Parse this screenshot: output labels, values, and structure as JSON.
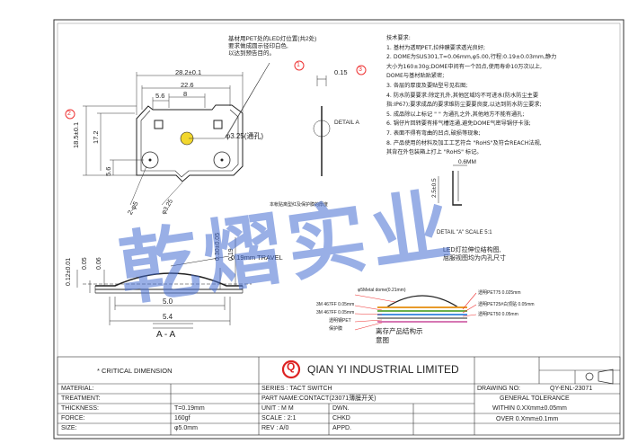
{
  "drawing": {
    "dims": {
      "width": "28.2±0.1",
      "inner_width": "22.6",
      "d56": "5.6",
      "d8": "8",
      "height": "18.5±0.1",
      "h17": "17.2",
      "h56": "5.6",
      "hole_dia": "2-φ5",
      "small_dia": "φ3.25",
      "led_hole": "φ3.25(通孔)",
      "thickness": "0.15",
      "detail_a": "DETAIL A",
      "detail_a_scale": "DETAIL \"A\" SCALE 5:1",
      "detail_06": "0.6MM",
      "detail_h": "2.5±0.5",
      "travel": "0.19mm TRAVEL",
      "dome_h1": "0.12±0.01",
      "dome_h2": "0.05",
      "dome_h3": "0.06",
      "dome_h4": "0.30±0.05",
      "dome_h5": "0.19",
      "width_50": "5.0",
      "width_54": "5.4",
      "section": "A - A"
    },
    "callout_base": "基材用PET处的LED灯位置(共2处)\n要求做成圆示径印白色,\n以达到预告目的。",
    "protect_note": "本帐贴离型红及保护膜的厚度",
    "led_note": "LED灯拉伸位结构图,\n屈服视图均为内孔尺寸",
    "structure_title": "离存产品结构示\n意图",
    "circle_labels": [
      "1",
      "2",
      "3"
    ],
    "layers_left": [
      "φ5Metal dome(0.21mm)",
      "3M 467FF 0.05mm",
      "3M 467FF 0.05mm",
      "透明钢PET",
      "保护膜"
    ],
    "layers_right": [
      "透明PET75 0.025mm",
      "透明PET25#白顶贴 0.05mm",
      "透明PET50 0.05mm"
    ]
  },
  "notes": {
    "title": "技术要求:",
    "items": [
      "1. 基材为透明PET,拉伸膜要求透光良好;",
      "2. DOME为SUS301,T=0.06mm,φ5.00,行程:0.19±0.03mm,静力",
      "大小为160±30g;DOME中间有一个凹点,使用寿命10万次以上,",
      "DOME与基材贴贴紧密;",
      "3. 各层的厚度及要贴型号见右图;",
      "4. 防水防要要求:除定孔外,其他区域均不可进水(防水防尘主要",
      "指:IP67);要求成品的要求维防尘要要良度,以达到防水防尘要求;",
      "5. 成品除以上标记 \"       \" 为通孔之外,其他地方不能有通孔;",
      "6. 锅仔片回转要有排气槽连通,避免DOME气密导锅仔卡涨;",
      "7. 表面不得有弯曲的凹点,破损等现象;",
      "8. 产品使用的材料及加工工艺符合 \"RoHS\"及符合REACH法规,",
      "    其背在外包装箱上打上 \"RoHS\" 标记。"
    ]
  },
  "watermark": "乾熠实业",
  "title_block": {
    "critical": "* CRITICAL  DIMENSION",
    "company": "QIAN YI INDUSTRIAL LIMITED",
    "logo_letter": "Q",
    "drawing_no_label": "DRAWING NO:",
    "drawing_no": "QY-ENL-23071",
    "general_tolerance": "GENERAL TOLERANCE",
    "tol_within": "WITHIN 0.XXmm±0.05mm",
    "tol_over": "OVER    0.Xmm±0.1mm",
    "rows": [
      {
        "label": "MATERIAL:",
        "value": "",
        "mid": "SERIES : TACT SWITCH",
        "mid2": ""
      },
      {
        "label": "TREATMENT:",
        "value": "",
        "mid": "PART NAME:CONTACT(23071薄膜开关)",
        "mid2": ""
      },
      {
        "label": "THICKNESS:",
        "value": "T=0.19mm",
        "mid": "UNIT : M M",
        "mid2": "DWN."
      },
      {
        "label": "FORCE:",
        "value": "160gf",
        "mid": "SCALE : 2:1",
        "mid2": "CHKD"
      },
      {
        "label": "SIZE:",
        "value": "φ5.0mm",
        "mid": "REV   : A/0",
        "mid2": "APPD."
      }
    ]
  }
}
